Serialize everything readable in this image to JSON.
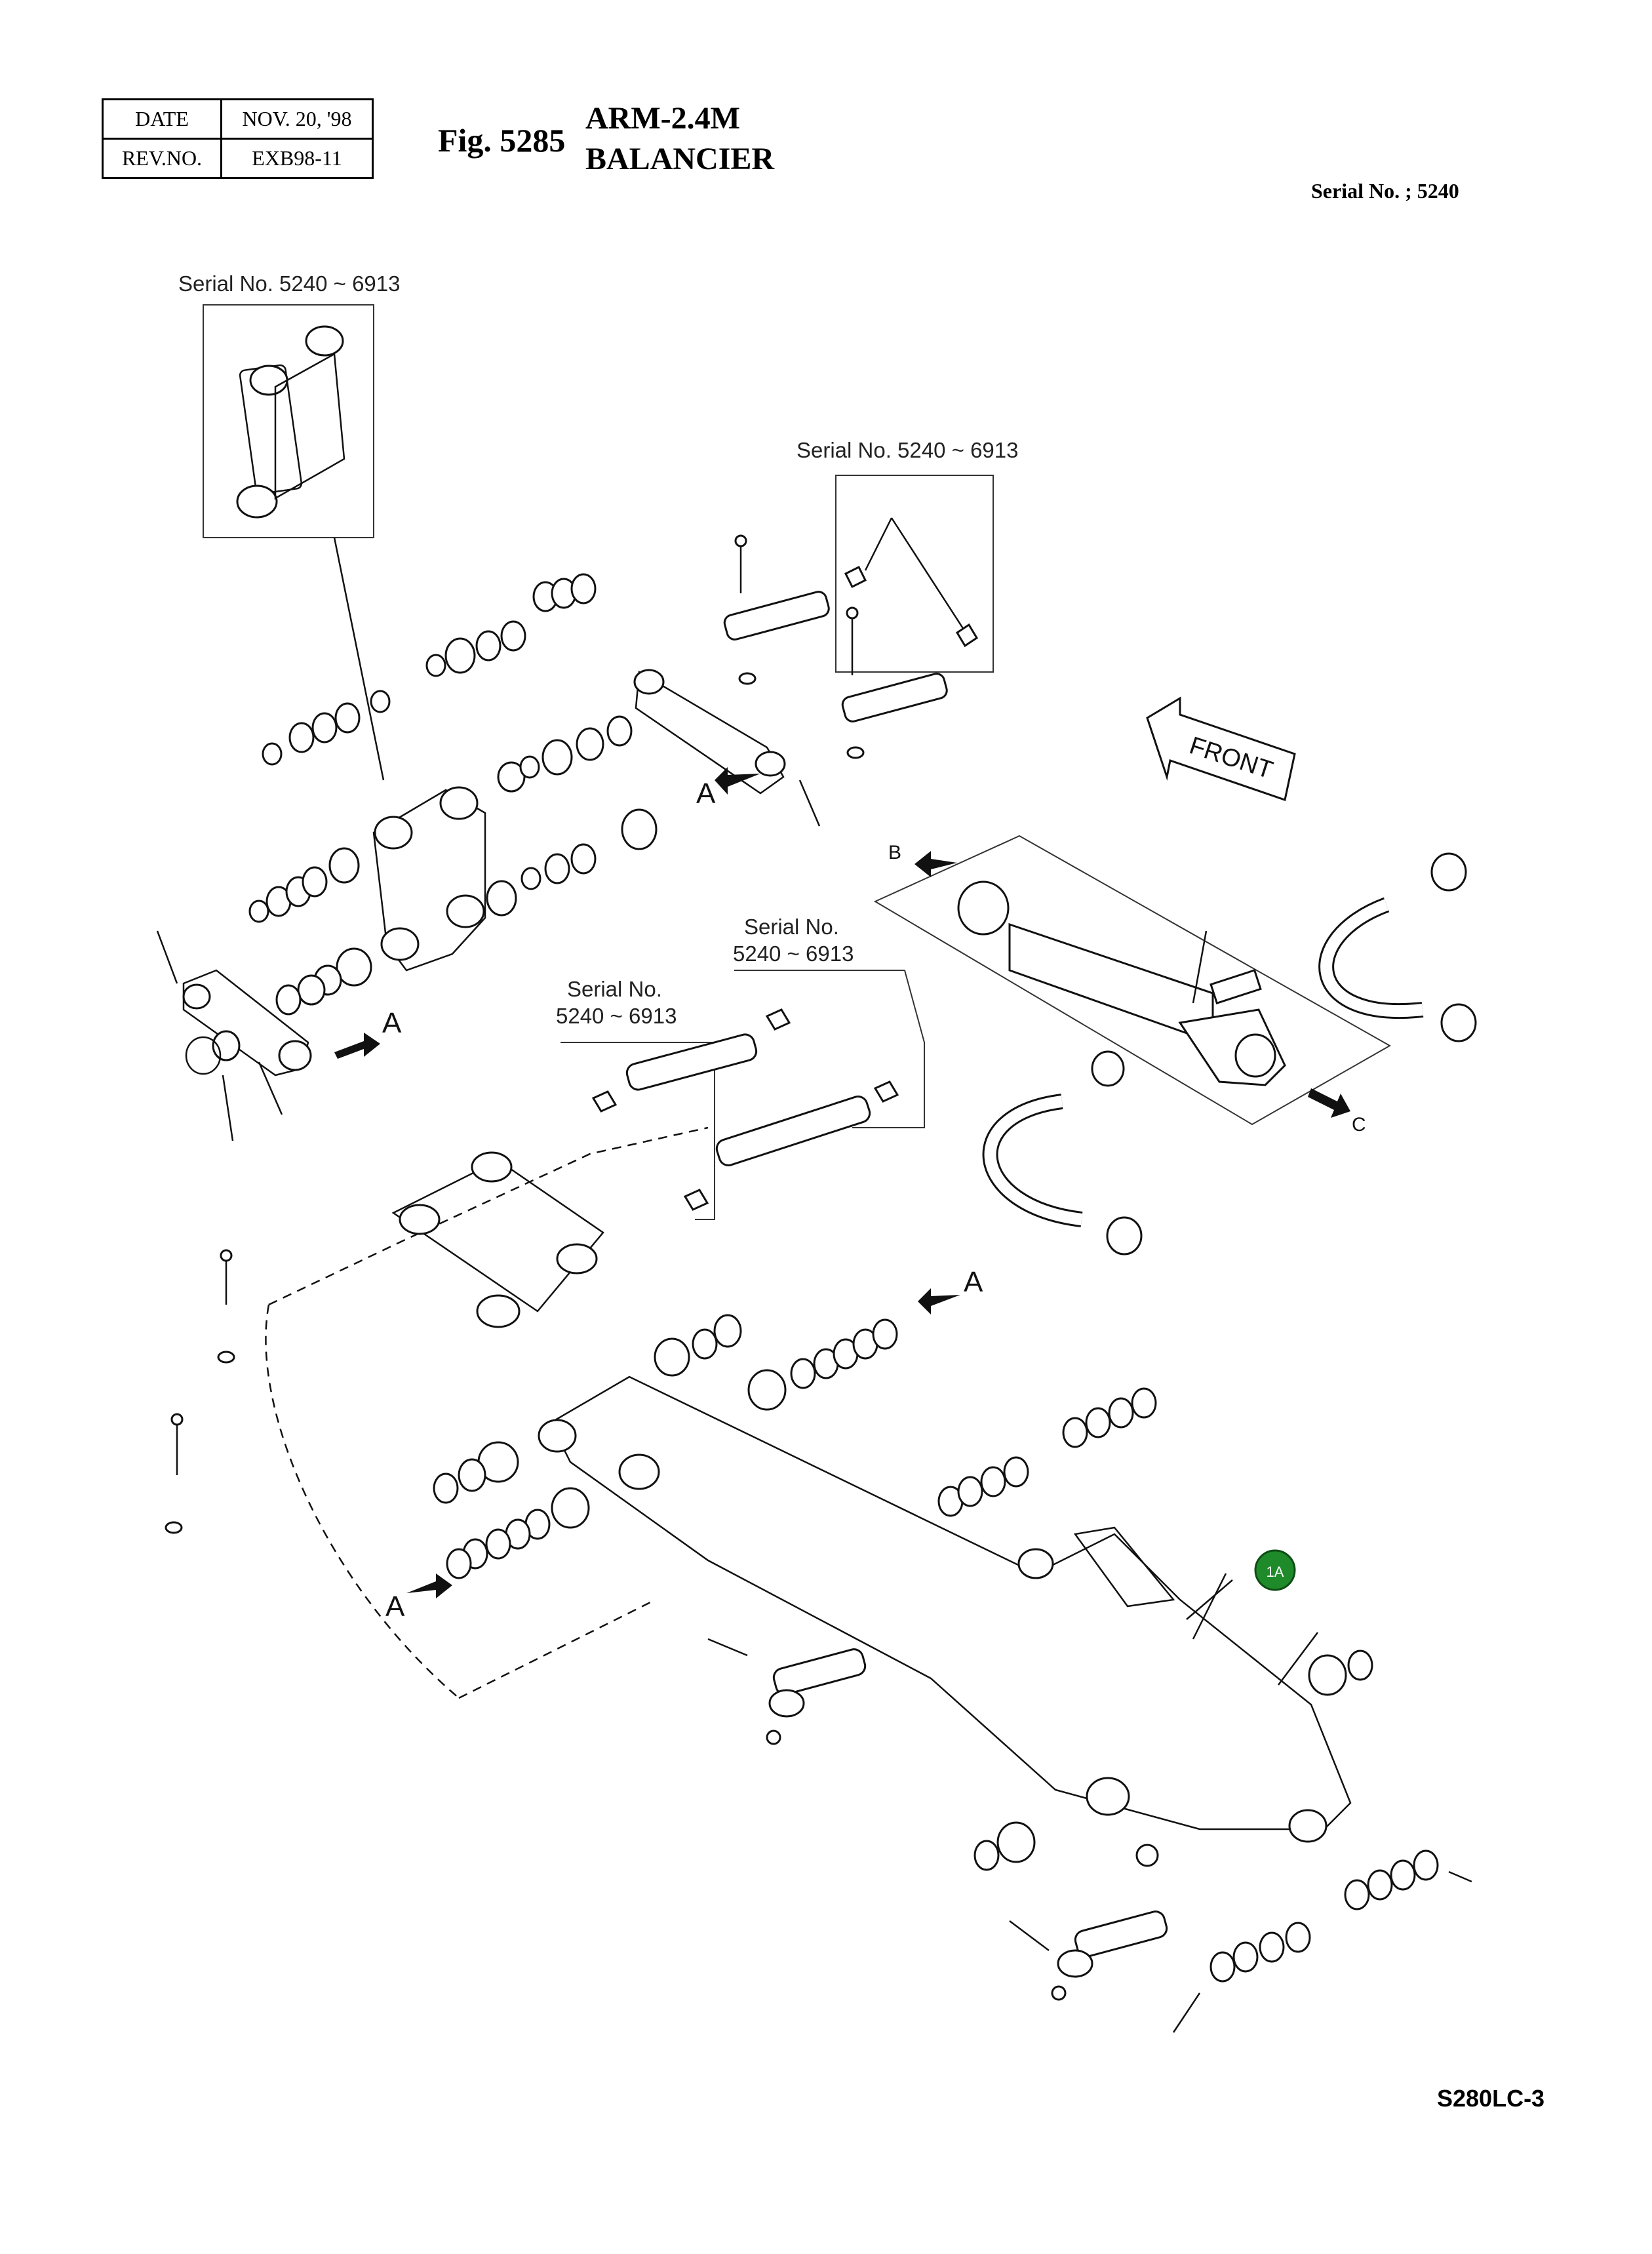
{
  "header": {
    "date_label": "DATE",
    "date_value": "NOV. 20, '98",
    "rev_label": "REV.NO.",
    "rev_value": "EXB98-11"
  },
  "figure": {
    "number": "Fig. 5285",
    "title_en": "ARM-2.4M",
    "title_fr": "BALANCIER",
    "serial_range": "Serial No. ; 5240"
  },
  "callouts": {
    "serial_1": "Serial No. 5240 ~ 6913",
    "serial_2": "Serial No. 5240 ~ 6913",
    "serial_3_line1": "Serial No.",
    "serial_3_line2": "5240 ~ 6913",
    "serial_4_line1": "Serial No.",
    "serial_4_line2": "5240 ~ 6913",
    "front": "FRONT",
    "view_a": "A",
    "view_b": "B",
    "view_c": "C",
    "part_badge": "1A",
    "model": "S280LC-3"
  },
  "colors": {
    "badge_fill": "#1f8a2a",
    "badge_text": "#ffffff",
    "line": "#111111"
  }
}
